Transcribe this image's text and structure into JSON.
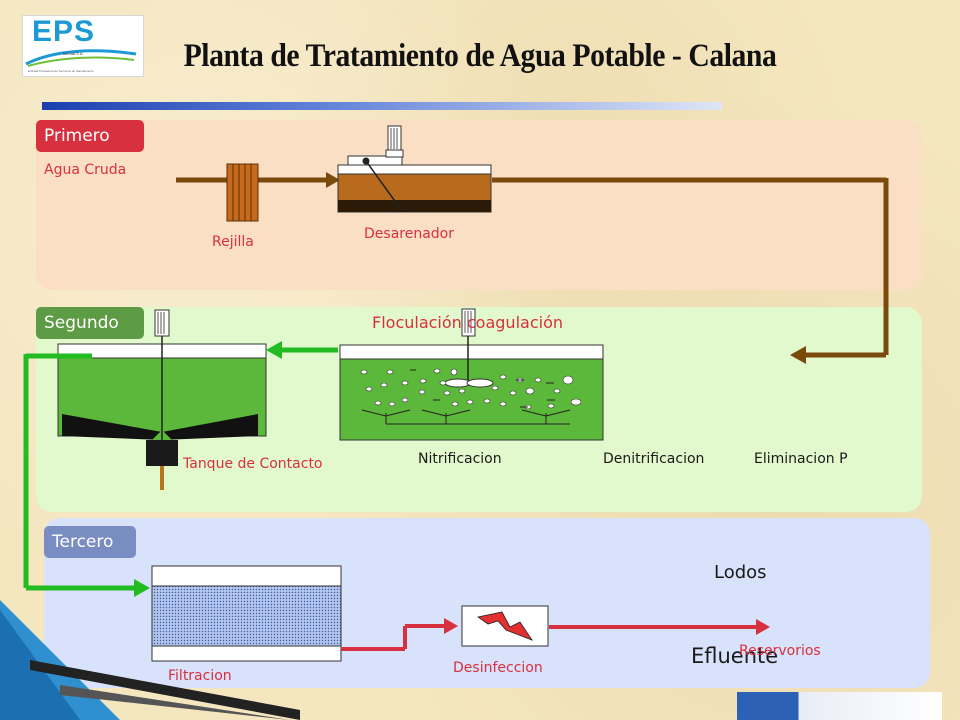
{
  "logo": {
    "text": "EPS",
    "subtitle": "TACNA S.A.",
    "tagline": "Entidad Prestadora de Servicios de Saneamiento"
  },
  "title": "Planta de Tratamiento de Agua Potable - Calana",
  "stages": {
    "primero": "Primero",
    "segundo": "Segundo",
    "tercero": "Tercero"
  },
  "labels": {
    "agua_cruda": "Agua Cruda",
    "rejilla": "Rejilla",
    "desarenador": "Desarenador",
    "floculacion": "Floculación coagulación",
    "tanque_contacto": "Tanque de Contacto",
    "nitrificacion": "Nitrificacion",
    "denitrificacion": "Denitrificacion",
    "eliminacion_p": "Eliminacion P",
    "lodos": "Lodos",
    "filtracion": "Filtracion",
    "desinfeccion": "Desinfeccion",
    "efluente": "Efluente",
    "reservorios": "Reservorios"
  },
  "colors": {
    "stage1": "#d8303e",
    "stage2": "#5e9b45",
    "stage3": "#7a8dc2",
    "pipe_brown": "#7a4a0d",
    "pipe_green": "#22bb22",
    "pipe_red": "#d8303e",
    "water_green": "#5cb83a"
  }
}
